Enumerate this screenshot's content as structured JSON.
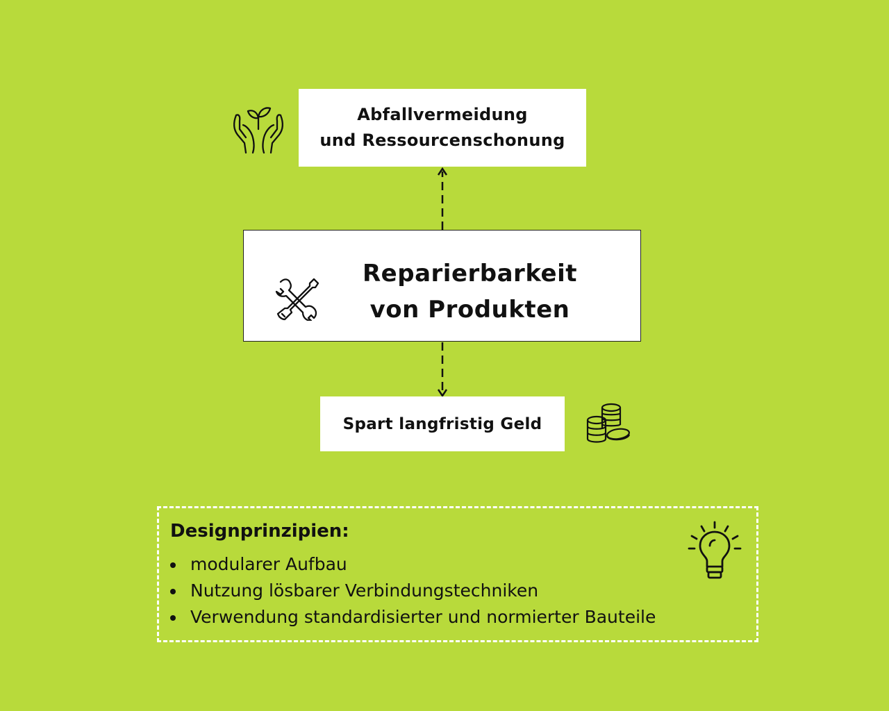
{
  "colors": {
    "background": "#b8da3b",
    "box": "#ffffff",
    "text": "#111111",
    "dashed_border": "#ffffff"
  },
  "nodes": {
    "top": {
      "line1": "Abfallvermeidung",
      "line2": "und Ressourcenschonung",
      "icon": "hands-plant-icon"
    },
    "center": {
      "line1": "Reparierbarkeit",
      "line2": "von Produkten",
      "icon": "wrench-screwdriver-icon"
    },
    "bottom": {
      "label": "Spart langfristig Geld",
      "icon": "coins-icon"
    }
  },
  "principles": {
    "title": "Designprinzipien:",
    "items": [
      "modularer Aufbau",
      "Nutzung lösbarer Verbindungstechniken",
      "Verwendung standardisierter und normierter Bauteile"
    ],
    "icon": "lightbulb-icon"
  }
}
